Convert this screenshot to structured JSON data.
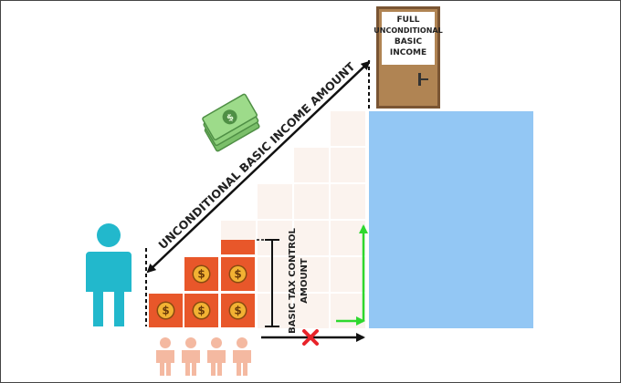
{
  "door": {
    "label_lines": [
      "FULL",
      "UNCONDITIONAL",
      "BASIC",
      "INCOME"
    ]
  },
  "labels": {
    "ubi_amount": "UNCONDITIONAL BASIC INCOME AMOUNT",
    "tax_control_line1": "BASIC TAX CONTROL",
    "tax_control_line2": "AMOUNT"
  },
  "icons": {
    "money": "dollar-bills-icon",
    "person": "person-icon",
    "group": "people-group-icon",
    "coin": "dollar-coin-icon",
    "blocked": "red-x-icon"
  },
  "colors": {
    "blue_block": "#93c7f4",
    "orange_tile": "#e8572a",
    "coin": "#f2b233",
    "person": "#22b8cc",
    "group": "#f4b9a1",
    "door": "#b08453",
    "ghost_tile": "#fbf3ee",
    "green_arrow": "#2ed82e",
    "red_x": "#e8232a"
  }
}
